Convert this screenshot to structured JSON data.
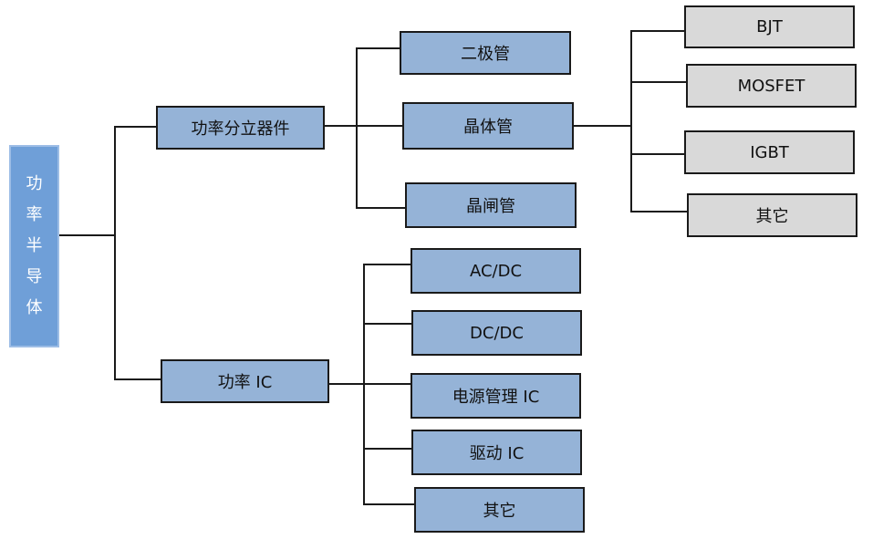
{
  "root": {
    "chars": [
      "功",
      "率",
      "半",
      "导",
      "体"
    ]
  },
  "level1": {
    "discrete": "功率分立器件",
    "ic": "功率 IC"
  },
  "discrete_children": {
    "diode": "二极管",
    "transistor": "晶体管",
    "thyristor": "晶闸管"
  },
  "transistor_children": {
    "bjt": "BJT",
    "mosfet": "MOSFET",
    "igbt": "IGBT",
    "other": "其它"
  },
  "ic_children": {
    "acdc": "AC/DC",
    "dcdc": "DC/DC",
    "pmic": "电源管理 IC",
    "driver": "驱动 IC",
    "other": "其它"
  },
  "colors": {
    "root_fill": "#6f9fd8",
    "node_fill": "#95b3d7",
    "leaf_fill": "#d9d9d9",
    "line": "#1a1a1a"
  }
}
